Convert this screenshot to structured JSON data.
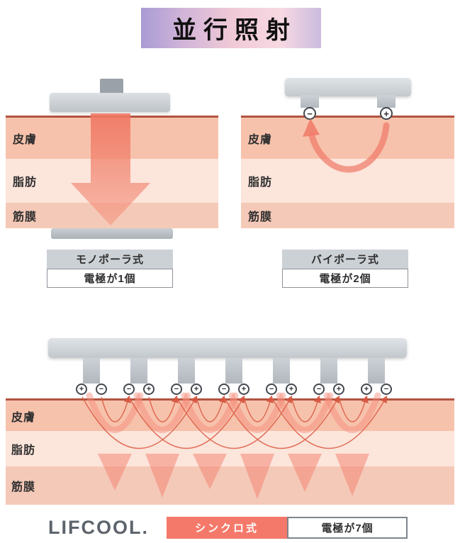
{
  "title": "並行照射",
  "layer_labels": {
    "skin": "皮膚",
    "fat": "脂肪",
    "fascia": "筋膜"
  },
  "monopolar": {
    "name": "モノポーラ式",
    "electrode_count": "電極が1個"
  },
  "bipolar": {
    "name": "バイポーラ式",
    "electrode_count": "電極が2個",
    "left_electrode": "−",
    "right_electrode": "+"
  },
  "synchro": {
    "name": "シンクロ式",
    "electrode_count": "電極が7個",
    "brand": "LIFCOOL.",
    "symbols": [
      "+",
      "−",
      "−",
      "+",
      "−",
      "+",
      "−",
      "+",
      "−",
      "+",
      "−",
      "+",
      "+",
      "−"
    ]
  },
  "colors": {
    "accent_salmon": "#f5796a",
    "arrow_red": "#ef7662",
    "skin_surface_line": "#b2543f",
    "skin_layer": "#f7c2ac",
    "fat_layer": "#fce5db",
    "fascia_layer": "#f5c9b8",
    "title_gradient_left": "#a89bd4",
    "title_gradient_right": "#cbbbdf",
    "device_gray": "#c2c8cd"
  }
}
